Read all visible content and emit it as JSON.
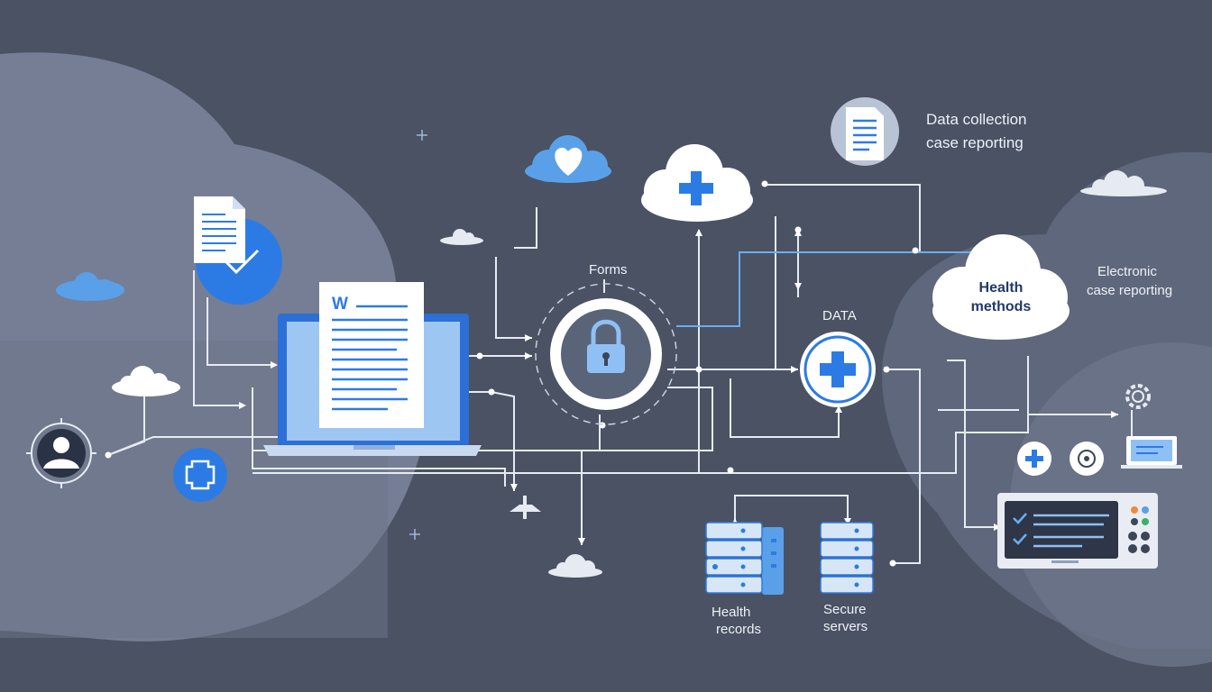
{
  "labels": {
    "data_collection_1": "Data collection",
    "data_collection_2": "case reporting",
    "forms": "Forms",
    "data": "DATA",
    "health_methods_1": "Health",
    "health_methods_2": "methods",
    "electronic_1": "Electronic",
    "electronic_2": "case reporting",
    "health_records_1": "Health",
    "health_records_2": "records",
    "secure_servers_1": "Secure",
    "secure_servers_2": "servers",
    "word_letter": "W"
  },
  "colors": {
    "background": "#4a5264",
    "cloud_shape": "#8a93a8",
    "accent_blue": "#2c7be5",
    "light_blue": "#6aaef0",
    "line": "#e6ebf2",
    "white": "#ffffff"
  },
  "icons": [
    "document-icon",
    "checkmark-icon",
    "laptop-icon",
    "lock-icon",
    "medical-cross-icon",
    "cloud-icon",
    "heart-cloud-icon",
    "server-rack-icon",
    "user-avatar-icon",
    "gear-icon",
    "monitor-icon",
    "control-panel-icon"
  ]
}
